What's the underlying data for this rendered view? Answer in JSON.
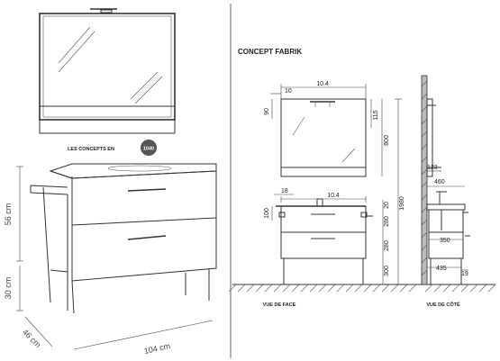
{
  "left": {
    "concepts_text": "LES CONCEPTS EN",
    "concepts_badge": "1040",
    "dim_height_top": "56 cm",
    "dim_height_legs": "30 cm",
    "dim_depth": "46 cm",
    "dim_width": "104 cm"
  },
  "right": {
    "title": "CONCEPT FABRIK",
    "front_label": "VUE DE FACE",
    "side_label": "VUE DE CÔTÉ",
    "dims": {
      "top_width": "10.4",
      "top_left": "10",
      "mirror_left": "90",
      "mirror_right": "115",
      "mirror_height": "800",
      "total_height": "1980",
      "basin_left": "18",
      "basin_width": "10.4",
      "basin_depth": "100",
      "basin_top": "20",
      "drawer_top": "280",
      "drawer_bottom": "280",
      "legs": "300",
      "side_123": "123",
      "side_460": "460",
      "side_350": "350",
      "side_435": "435",
      "side_19": "19"
    }
  }
}
